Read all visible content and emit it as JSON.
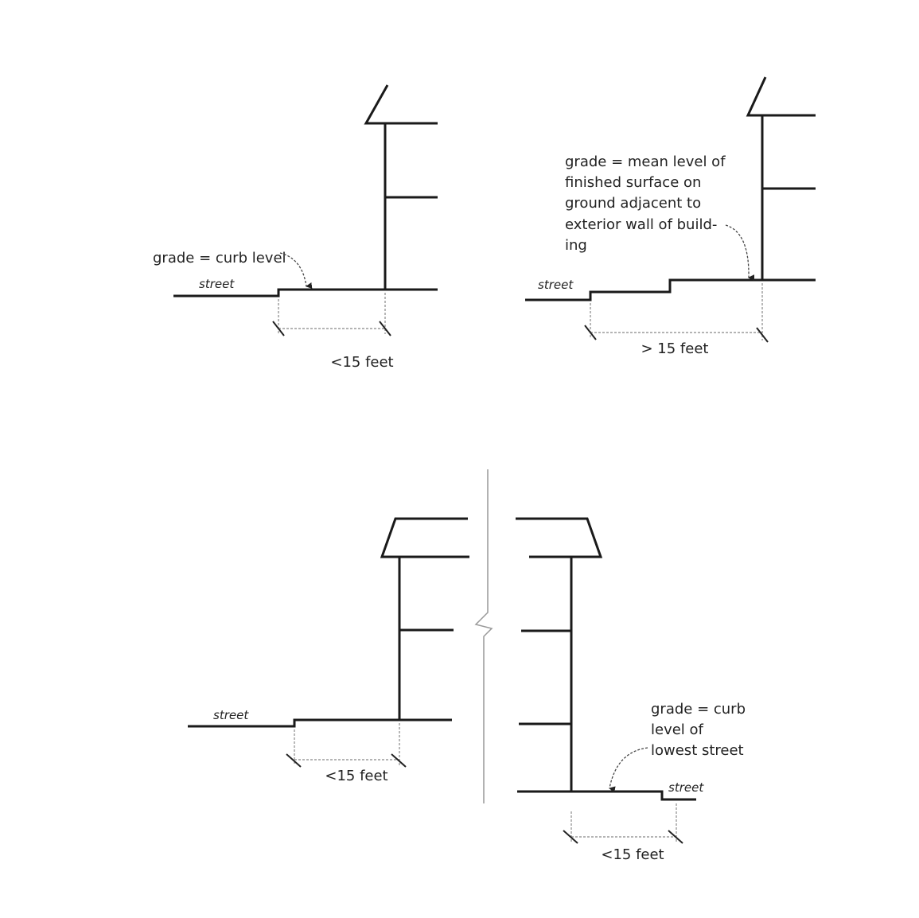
{
  "panel_top_left": {
    "label": "grade = curb level",
    "street": "street",
    "dimension": "<15 feet"
  },
  "panel_top_right": {
    "label_lines": [
      "grade = mean level of",
      "finished surface on",
      "ground adjacent to",
      "exterior wall of build-",
      "ing"
    ],
    "street": "street",
    "dimension": "> 15 feet"
  },
  "panel_bottom_left": {
    "street": "street",
    "dimension": "<15 feet"
  },
  "panel_bottom_right": {
    "label_lines": [
      "grade = curb",
      "level of",
      "lowest street"
    ],
    "street": "street",
    "dimension": "<15 feet"
  }
}
